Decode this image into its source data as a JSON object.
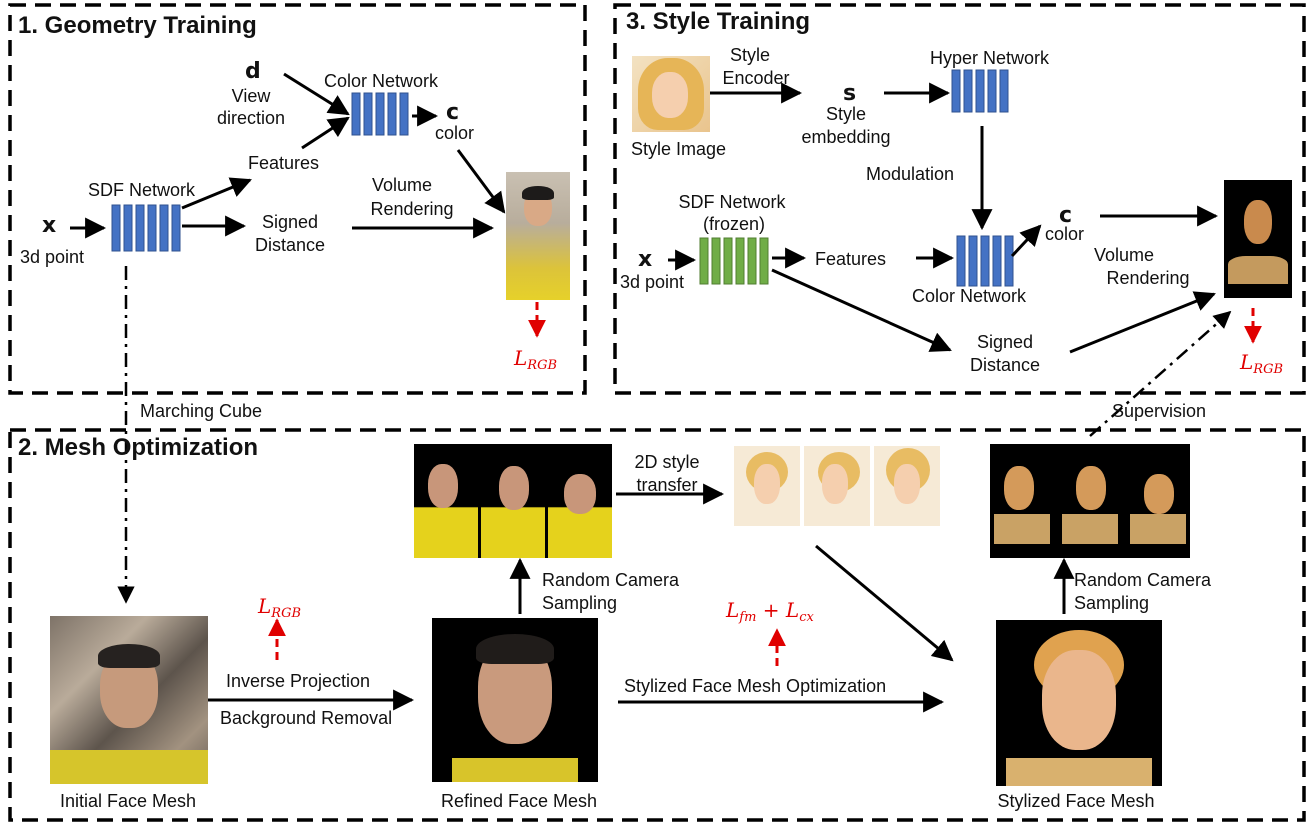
{
  "sections": {
    "geometry": "1. Geometry Training",
    "style": "3. Style Training",
    "mesh": "2. Mesh Optimization"
  },
  "geometry": {
    "d_var": "d",
    "view_direction": [
      "View",
      "direction"
    ],
    "color_network": "Color Network",
    "c_var": "c",
    "color": "color",
    "features": "Features",
    "sdf_network": "SDF Network",
    "x_var": "x",
    "point": "3d point",
    "signed_distance": [
      "Signed",
      "Distance"
    ],
    "volume_rendering": [
      "Volume",
      "Rendering"
    ],
    "loss": {
      "main": "L",
      "sub": "RGB"
    }
  },
  "style": {
    "style_encoder": [
      "Style",
      "Encoder"
    ],
    "s_var": "s",
    "style_embedding": [
      "Style",
      "embedding"
    ],
    "hyper_network": "Hyper Network",
    "style_image": "Style Image",
    "modulation": "Modulation",
    "sdf_frozen": [
      "SDF Network",
      "(frozen)"
    ],
    "x_var": "x",
    "point": "3d point",
    "features": "Features",
    "color_network": "Color Network",
    "c_var": "c",
    "color": "color",
    "volume_rendering": [
      "Volume",
      "Rendering"
    ],
    "signed_distance": [
      "Signed",
      "Distance"
    ],
    "loss": {
      "main": "L",
      "sub": "RGB"
    }
  },
  "connectors": {
    "marching_cube": "Marching Cube",
    "supervision": "Supervision"
  },
  "mesh": {
    "style_transfer": [
      "2D style",
      "transfer"
    ],
    "random_camera_left": [
      "Random Camera",
      "Sampling"
    ],
    "random_camera_right": [
      "Random Camera",
      "Sampling"
    ],
    "loss_rgb": {
      "main": "L",
      "sub": "RGB"
    },
    "loss_fm": {
      "main1": "L",
      "sub1": "fm",
      "plus": " + ",
      "main2": "L",
      "sub2": "cx"
    },
    "inverse_projection": "Inverse Projection",
    "background_removal": "Background Removal",
    "stylized_optimization": "Stylized Face Mesh Optimization",
    "initial_mesh": "Initial Face Mesh",
    "refined_mesh": "Refined Face Mesh",
    "stylized_mesh": "Stylized Face Mesh"
  },
  "colors": {
    "network_blue": "#4472c4",
    "network_green": "#70ad47",
    "loss_red": "#e00000"
  }
}
